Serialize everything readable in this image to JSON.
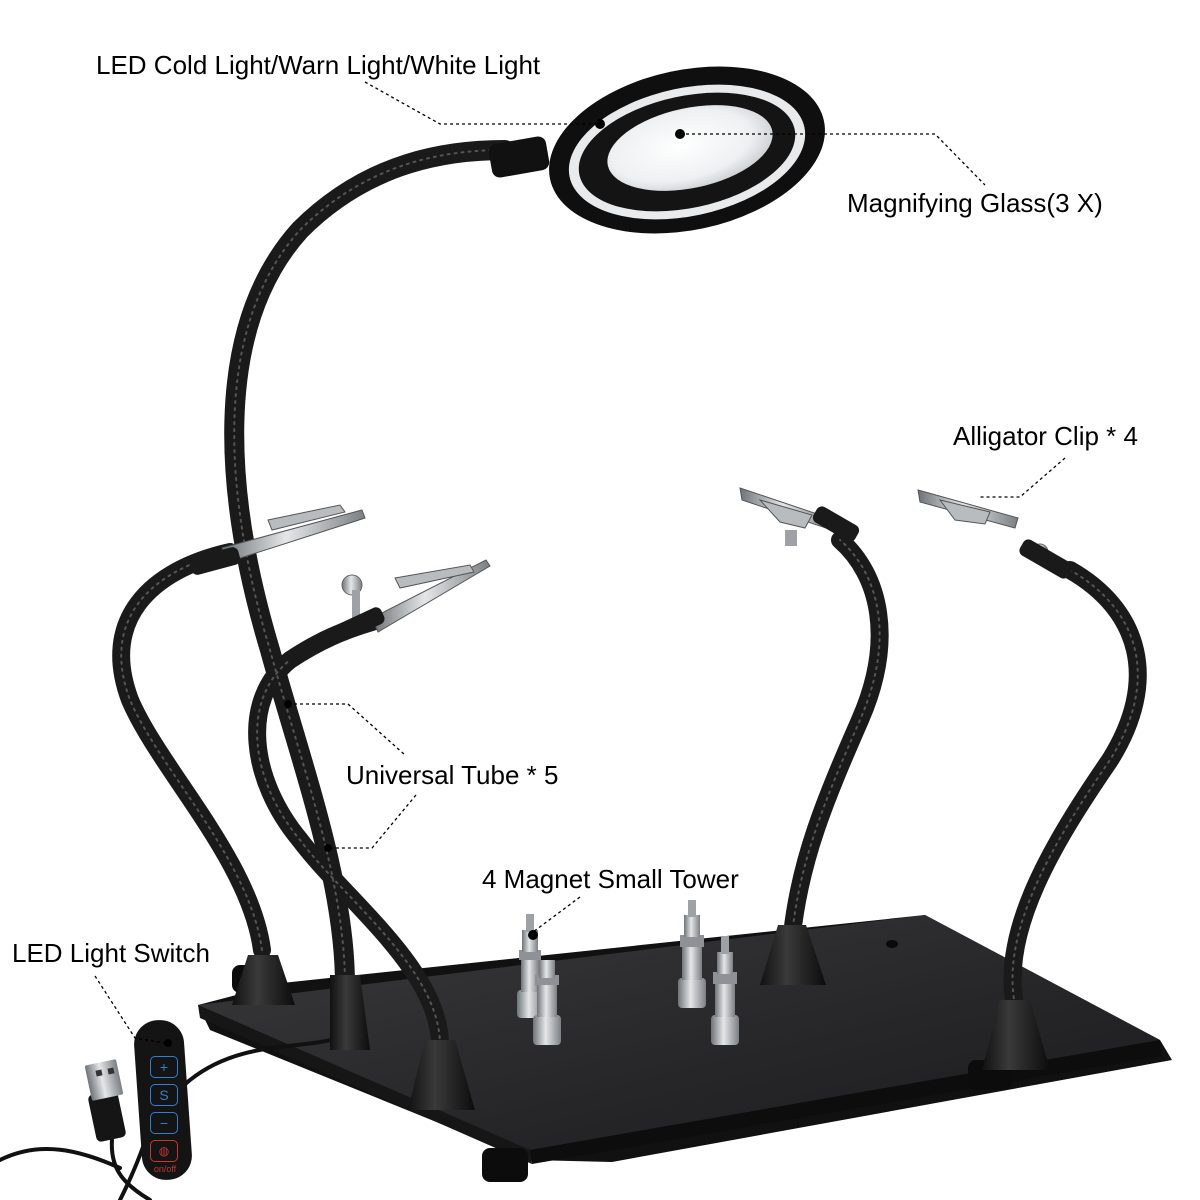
{
  "labels": {
    "led_light": "LED Cold Light/Warn Light/White Light",
    "magnifying_glass": "Magnifying Glass(3 X)",
    "alligator_clip": "Alligator Clip * 4",
    "universal_tube": "Universal Tube * 5",
    "magnet_tower": "4 Magnet Small Tower",
    "light_switch": "LED Light Switch"
  },
  "switch_text": {
    "plus": "+",
    "mode": "S",
    "minus": "−",
    "power_glyph": "◍",
    "on_off": "on/off"
  },
  "colors": {
    "tube": "#1a1a1a",
    "base_plate": "#2b2b2d",
    "metal": "#a9acb0",
    "switch_button": "#2f7fd0",
    "power_button": "#c8362d"
  }
}
